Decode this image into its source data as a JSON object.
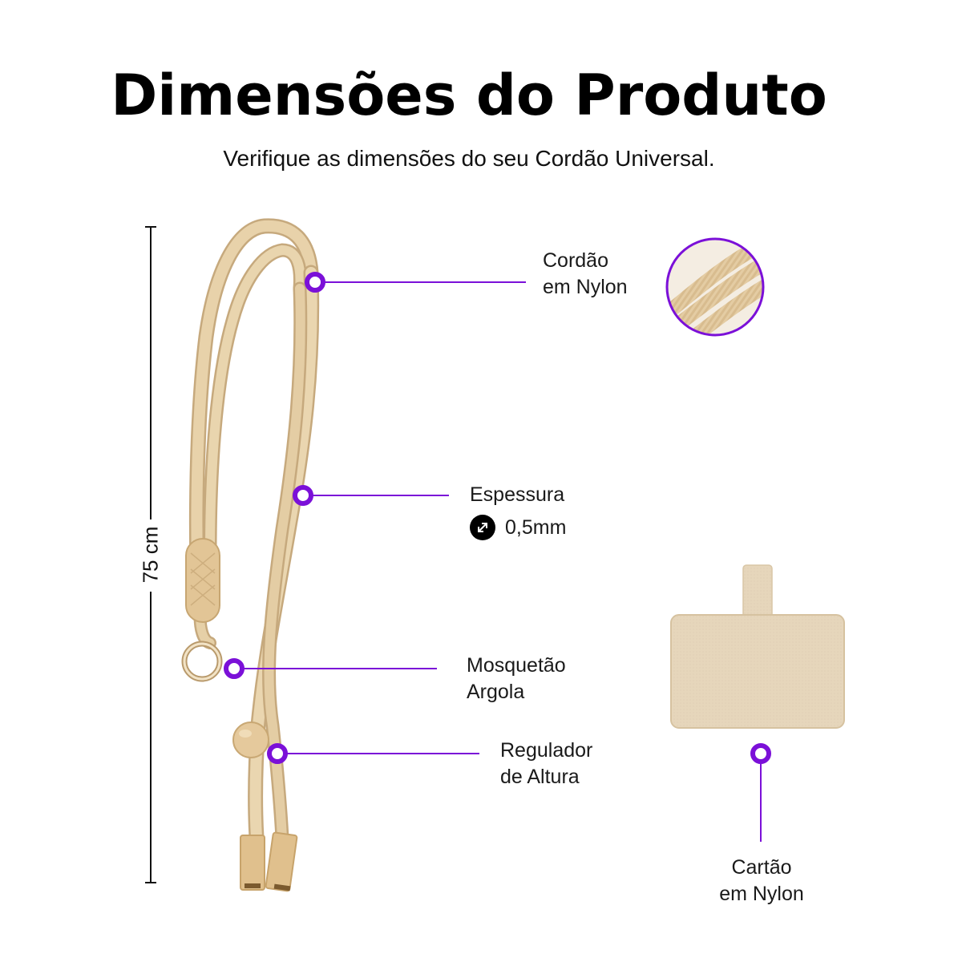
{
  "header": {
    "title": "Dimensões do Produto",
    "subtitle": "Verifique as dimensões do seu Cordão Universal."
  },
  "measurement": {
    "length_label": "75 cm"
  },
  "callouts": {
    "cordao": {
      "line1": "Cordão",
      "line2": "em Nylon"
    },
    "espessura": {
      "line1": "Espessura",
      "value": "0,5mm",
      "icon": "diagonal-arrows-icon"
    },
    "mosquetao": {
      "line1": "Mosquetão",
      "line2": "Argola"
    },
    "regulador": {
      "line1": "Regulador",
      "line2": "de Altura"
    },
    "cartao": {
      "line1": "Cartão",
      "line2": "em Nylon"
    }
  },
  "colors": {
    "accent": "#7b10d8",
    "product": "#e6d0a7",
    "card": "#e7d7bd",
    "metal": "#c9a878"
  }
}
